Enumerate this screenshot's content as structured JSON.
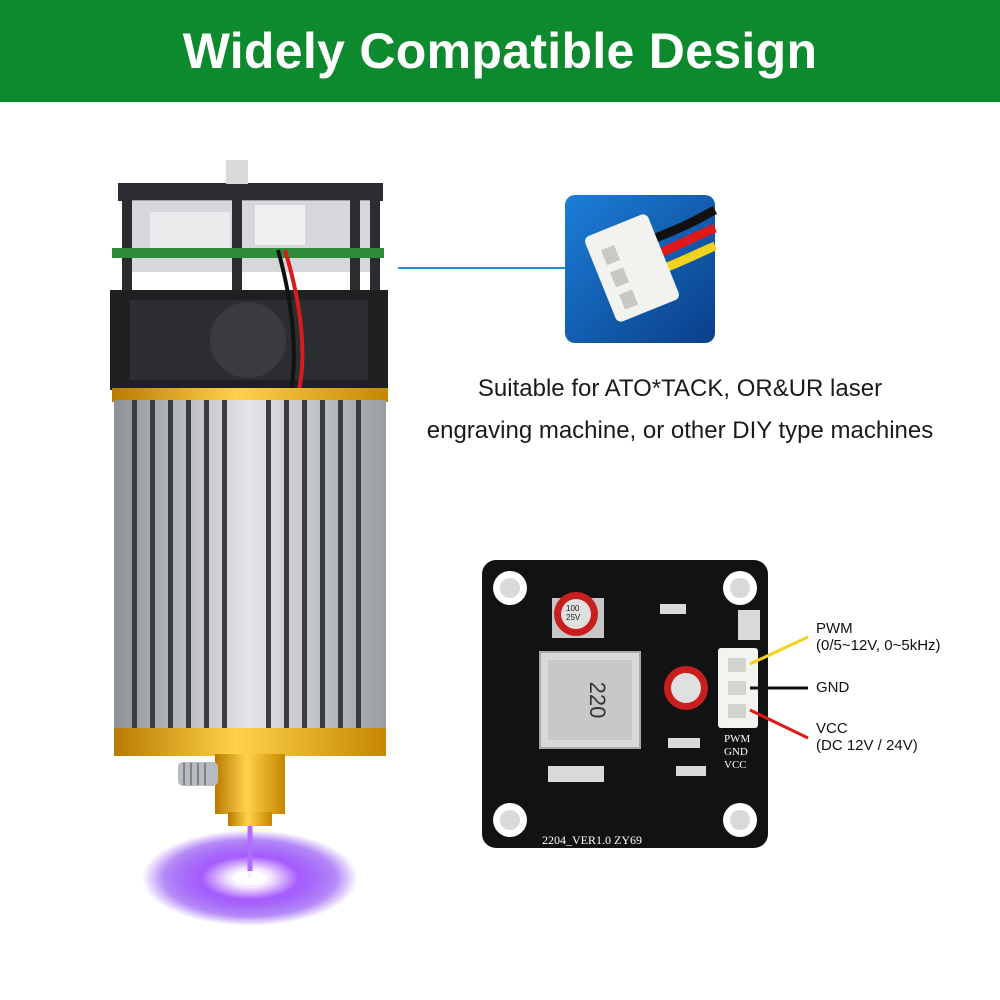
{
  "header": {
    "title": "Widely Compatible Design",
    "background": "#0e8a2e"
  },
  "description": {
    "line1": "Suitable for ATO*TACK, OR&UR laser",
    "line2": "engraving machine, or other DIY type machines"
  },
  "board": {
    "pin_labels": [
      "PWM",
      "GND",
      "VCC"
    ],
    "silkscreen": "2204_VER1.0  ZY69",
    "inductor_marking": "220",
    "capacitor_marking": [
      "100",
      "25V"
    ]
  },
  "connections": {
    "pwm": {
      "name": "PWM",
      "spec": "(0/5~12V, 0~5kHz)",
      "wire_color": "#f2d21a"
    },
    "gnd": {
      "name": "GND",
      "wire_color": "#111111"
    },
    "vcc": {
      "name": "VCC",
      "spec": "(DC 12V / 24V)",
      "wire_color": "#e01818"
    }
  }
}
